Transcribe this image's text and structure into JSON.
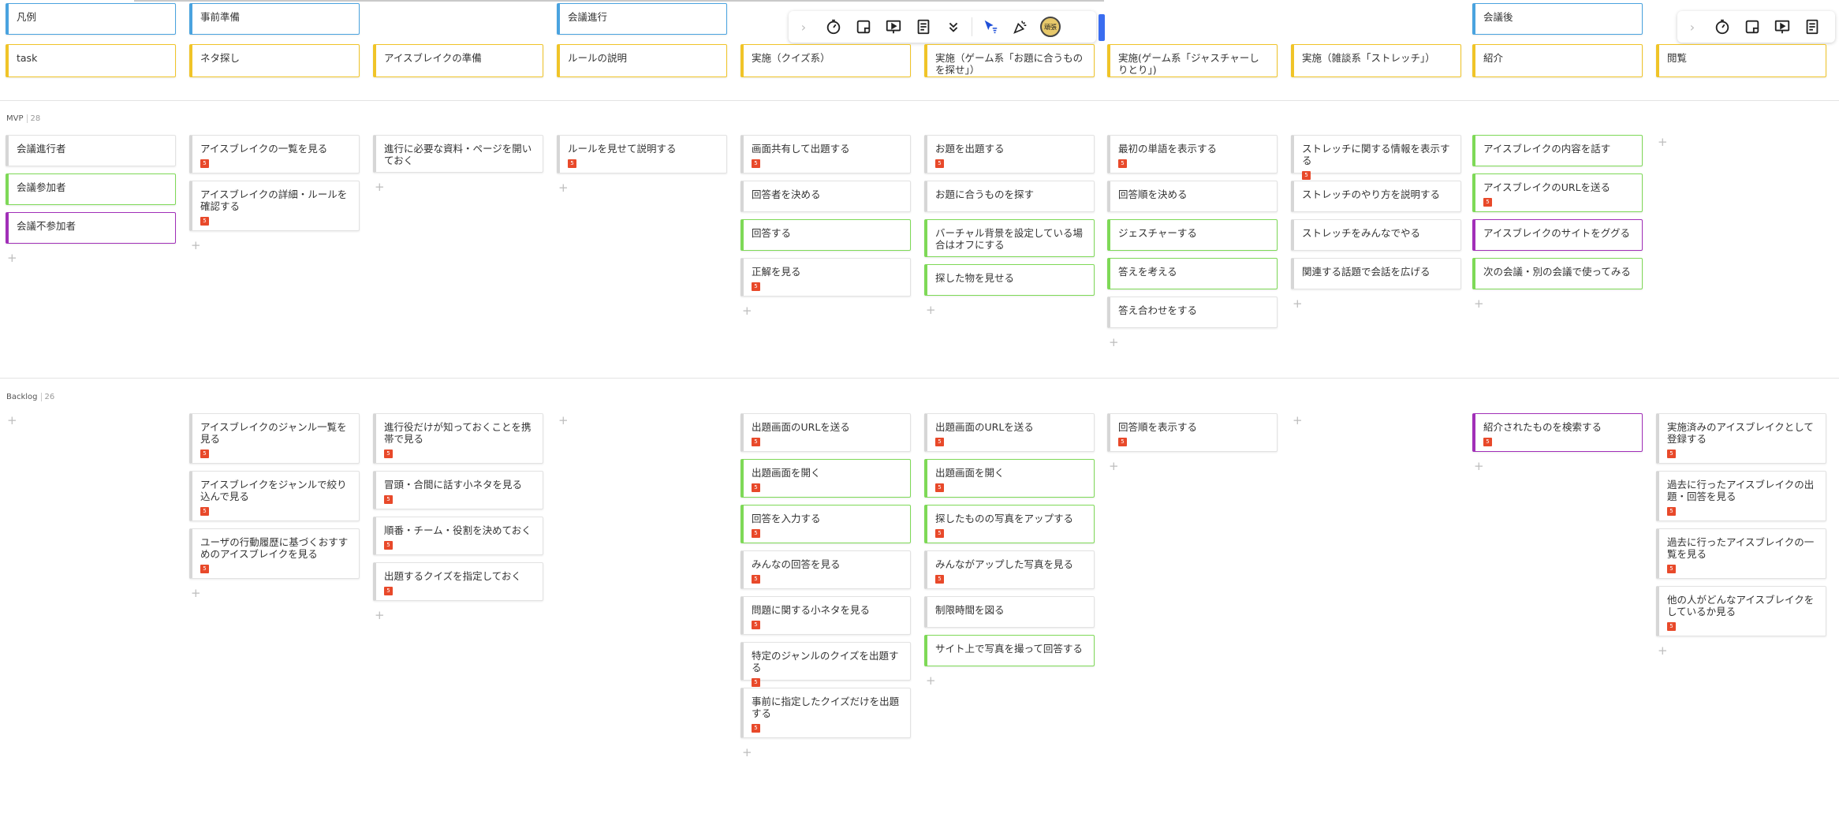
{
  "toolbar_left": {
    "items": [
      "chevron-right-icon",
      "timer-icon",
      "sticky-note-icon",
      "presentation-icon",
      "document-icon",
      "chevrons-down-icon",
      "cursor-filter-icon",
      "celebrate-icon",
      "avatar"
    ],
    "avatar_text": "頑張"
  },
  "toolbar_right": {
    "items": [
      "chevron-right-icon",
      "timer-icon",
      "sticky-note-icon",
      "presentation-icon",
      "document-icon"
    ]
  },
  "rows": {
    "mvp": {
      "label": "MVP",
      "count": "28"
    },
    "backlog": {
      "label": "Backlog",
      "count": "26"
    }
  },
  "header_cards": [
    {
      "text": "凡例",
      "color": "blue"
    },
    {
      "text": "事前準備",
      "color": "blue"
    },
    {
      "text": "会議進行",
      "color": "blue"
    },
    {
      "text": "会議後",
      "color": "blue"
    }
  ],
  "activities": [
    {
      "text": "task",
      "color": "yellow"
    },
    {
      "text": "ネタ探し",
      "color": "yellow"
    },
    {
      "text": "アイスブレイクの準備",
      "color": "yellow"
    },
    {
      "text": "ルールの説明",
      "color": "yellow"
    },
    {
      "text": "実施（クイズ系）",
      "color": "yellow"
    },
    {
      "text": "実施（ゲーム系「お題に合うものを探せ」）",
      "color": "yellow"
    },
    {
      "text": "実施(ゲーム系「ジャスチャーしりとり」)",
      "color": "yellow"
    },
    {
      "text": "実施（雑談系「ストレッチ」）",
      "color": "yellow"
    },
    {
      "text": "紹介",
      "color": "yellow"
    },
    {
      "text": "閲覧",
      "color": "yellow"
    }
  ],
  "mvp_columns": [
    [
      {
        "text": "会議進行者",
        "color": "gray",
        "badge": false
      },
      {
        "text": "会議参加者",
        "color": "green",
        "badge": false
      },
      {
        "text": "会議不参加者",
        "color": "purple",
        "badge": false
      }
    ],
    [
      {
        "text": "アイスブレイクの一覧を見る",
        "color": "gray",
        "badge": true
      },
      {
        "text": "アイスブレイクの詳細・ルールを確認する",
        "color": "gray",
        "badge": true
      }
    ],
    [
      {
        "text": "進行に必要な資料・ページを開いておく",
        "color": "gray",
        "badge": false
      }
    ],
    [
      {
        "text": "ルールを見せて説明する",
        "color": "gray",
        "badge": true
      }
    ],
    [
      {
        "text": "画面共有して出題する",
        "color": "gray",
        "badge": true
      },
      {
        "text": "回答者を決める",
        "color": "gray",
        "badge": false
      },
      {
        "text": "回答する",
        "color": "green",
        "badge": false
      },
      {
        "text": "正解を見る",
        "color": "gray",
        "badge": true
      }
    ],
    [
      {
        "text": "お題を出題する",
        "color": "gray",
        "badge": true
      },
      {
        "text": "お題に合うものを探す",
        "color": "gray",
        "badge": false
      },
      {
        "text": "バーチャル背景を設定している場合はオフにする",
        "color": "green",
        "badge": false
      },
      {
        "text": "探した物を見せる",
        "color": "green",
        "badge": false
      }
    ],
    [
      {
        "text": "最初の単語を表示する",
        "color": "gray",
        "badge": true
      },
      {
        "text": "回答順を決める",
        "color": "gray",
        "badge": false
      },
      {
        "text": "ジェスチャーする",
        "color": "green",
        "badge": false
      },
      {
        "text": "答えを考える",
        "color": "green",
        "badge": false
      },
      {
        "text": "答え合わせをする",
        "color": "gray",
        "badge": false
      }
    ],
    [
      {
        "text": "ストレッチに関する情報を表示する",
        "color": "gray",
        "badge": true
      },
      {
        "text": "ストレッチのやり方を説明する",
        "color": "gray",
        "badge": false
      },
      {
        "text": "ストレッチをみんなでやる",
        "color": "gray",
        "badge": false
      },
      {
        "text": "関連する話題で会話を広げる",
        "color": "gray",
        "badge": false
      }
    ],
    [
      {
        "text": "アイスブレイクの内容を話す",
        "color": "green",
        "badge": false
      },
      {
        "text": "アイスブレイクのURLを送る",
        "color": "green",
        "badge": true
      },
      {
        "text": "アイスブレイクのサイトをググる",
        "color": "purple",
        "badge": false
      },
      {
        "text": "次の会議・別の会議で使ってみる",
        "color": "green",
        "badge": false
      }
    ],
    []
  ],
  "backlog_columns": [
    [],
    [
      {
        "text": "アイスブレイクのジャンル一覧を見る",
        "color": "gray",
        "badge": true
      },
      {
        "text": "アイスブレイクをジャンルで絞り込んで見る",
        "color": "gray",
        "badge": true
      },
      {
        "text": "ユーザの行動履歴に基づくおすすめのアイスブレイクを見る",
        "color": "gray",
        "badge": true
      }
    ],
    [
      {
        "text": "進行役だけが知っておくことを携帯で見る",
        "color": "gray",
        "badge": true
      },
      {
        "text": "冒頭・合間に話す小ネタを見る",
        "color": "gray",
        "badge": true
      },
      {
        "text": "順番・チーム・役割を決めておく",
        "color": "gray",
        "badge": true
      },
      {
        "text": "出題するクイズを指定しておく",
        "color": "gray",
        "badge": true
      }
    ],
    [],
    [
      {
        "text": "出題画面のURLを送る",
        "color": "gray",
        "badge": true
      },
      {
        "text": "出題画面を開く",
        "color": "green",
        "badge": true
      },
      {
        "text": "回答を入力する",
        "color": "green",
        "badge": true
      },
      {
        "text": "みんなの回答を見る",
        "color": "gray",
        "badge": true
      },
      {
        "text": "問題に関する小ネタを見る",
        "color": "gray",
        "badge": true
      },
      {
        "text": "特定のジャンルのクイズを出題する",
        "color": "gray",
        "badge": true
      },
      {
        "text": "事前に指定したクイズだけを出題する",
        "color": "gray",
        "badge": true
      }
    ],
    [
      {
        "text": "出題画面のURLを送る",
        "color": "gray",
        "badge": true
      },
      {
        "text": "出題画面を開く",
        "color": "green",
        "badge": true
      },
      {
        "text": "探したものの写真をアップする",
        "color": "green",
        "badge": true
      },
      {
        "text": "みんながアップした写真を見る",
        "color": "gray",
        "badge": true
      },
      {
        "text": "制限時間を図る",
        "color": "gray",
        "badge": false
      },
      {
        "text": "サイト上で写真を撮って回答する",
        "color": "green",
        "badge": false
      }
    ],
    [
      {
        "text": "回答順を表示する",
        "color": "gray",
        "badge": true
      }
    ],
    [],
    [
      {
        "text": "紹介されたものを検索する",
        "color": "purple",
        "badge": true
      }
    ],
    [
      {
        "text": "実施済みのアイスブレイクとして登録する",
        "color": "gray",
        "badge": true
      },
      {
        "text": "過去に行ったアイスブレイクの出題・回答を見る",
        "color": "gray",
        "badge": true
      },
      {
        "text": "過去に行ったアイスブレイクの一覧を見る",
        "color": "gray",
        "badge": true
      },
      {
        "text": "他の人がどんなアイスブレイクをしているか見る",
        "color": "gray",
        "badge": true
      }
    ]
  ],
  "badge_text": "5",
  "expand_icon": "expand-icon"
}
